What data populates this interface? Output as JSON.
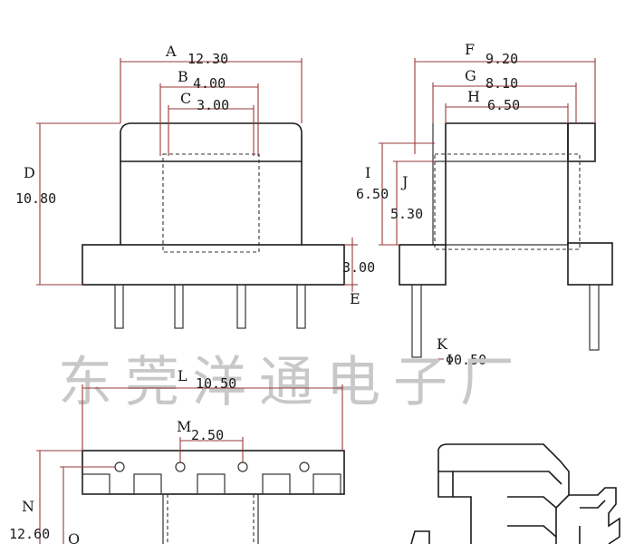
{
  "watermark": "东莞洋通电子厂",
  "front_view": {
    "A": {
      "letter": "A",
      "value": "12.30"
    },
    "B": {
      "letter": "B",
      "value": "4.00"
    },
    "C": {
      "letter": "C",
      "value": "3.00"
    },
    "D": {
      "letter": "D",
      "value": "10.80"
    },
    "E": {
      "letter": "E",
      "value": "3.00"
    }
  },
  "side_view": {
    "F": {
      "letter": "F",
      "value": "9.20"
    },
    "G": {
      "letter": "G",
      "value": "8.10"
    },
    "H": {
      "letter": "H",
      "value": "6.50"
    },
    "I": {
      "letter": "I",
      "value": "6.50"
    },
    "J": {
      "letter": "J",
      "value": "5.30"
    },
    "K": {
      "letter": "K",
      "value": "Φ0.50"
    }
  },
  "bottom_view": {
    "L": {
      "letter": "L",
      "value": "10.50"
    },
    "M": {
      "letter": "M",
      "value": "2.50"
    },
    "N": {
      "letter": "N",
      "value": "12.60"
    },
    "O": {
      "letter": "O"
    }
  }
}
